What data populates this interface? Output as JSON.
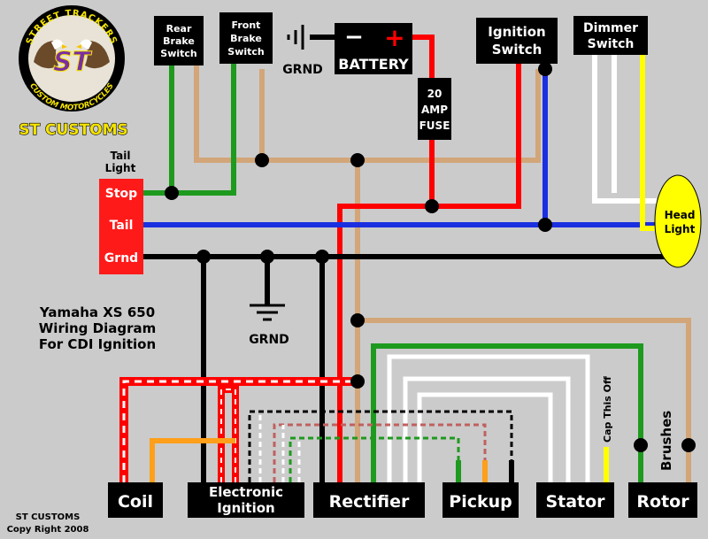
{
  "logo": {
    "ring_top": "STREET TRACKERS",
    "ring_bottom": "CUSTOM MOTORCYCLES",
    "monogram": "ST",
    "brand": "ST CUSTOMS"
  },
  "components": {
    "rear_brake_switch": [
      "Rear",
      "Brake",
      "Switch"
    ],
    "front_brake_switch": [
      "Front",
      "Brake",
      "Switch"
    ],
    "battery": "BATTERY",
    "battery_minus": "−",
    "battery_plus": "+",
    "grnd_top": "GRND",
    "fuse": [
      "20",
      "AMP",
      "FUSE"
    ],
    "ignition_switch": [
      "Ignition",
      "Switch"
    ],
    "dimmer_switch": [
      "Dimmer",
      "Switch"
    ],
    "tail_light_title": [
      "Tail",
      "Light"
    ],
    "tail_stop": "Stop",
    "tail_tail": "Tail",
    "tail_grnd": "Grnd",
    "head_light": [
      "Head",
      "Light"
    ],
    "grnd_mid": "GRND",
    "coil": "Coil",
    "electronic_ignition": [
      "Electronic",
      "Ignition"
    ],
    "rectifier": "Rectifier",
    "pickup": "Pickup",
    "stator": "Stator",
    "rotor": "Rotor",
    "brushes": "Brushes",
    "cap_note": "Cap This Off"
  },
  "title": [
    "Yamaha XS 650",
    "Wiring Diagram",
    "For CDI Ignition"
  ],
  "footer": [
    "ST CUSTOMS",
    "Copy Right 2008"
  ],
  "colors": {
    "red": "#ff0000",
    "black": "#000000",
    "green": "#1e9a1e",
    "tan": "#d2a679",
    "blue": "#1a2fe0",
    "white": "#ffffff",
    "yellow": "#ffff00",
    "orange": "#ff9f1a",
    "brand_yellow": "#f5e400"
  }
}
